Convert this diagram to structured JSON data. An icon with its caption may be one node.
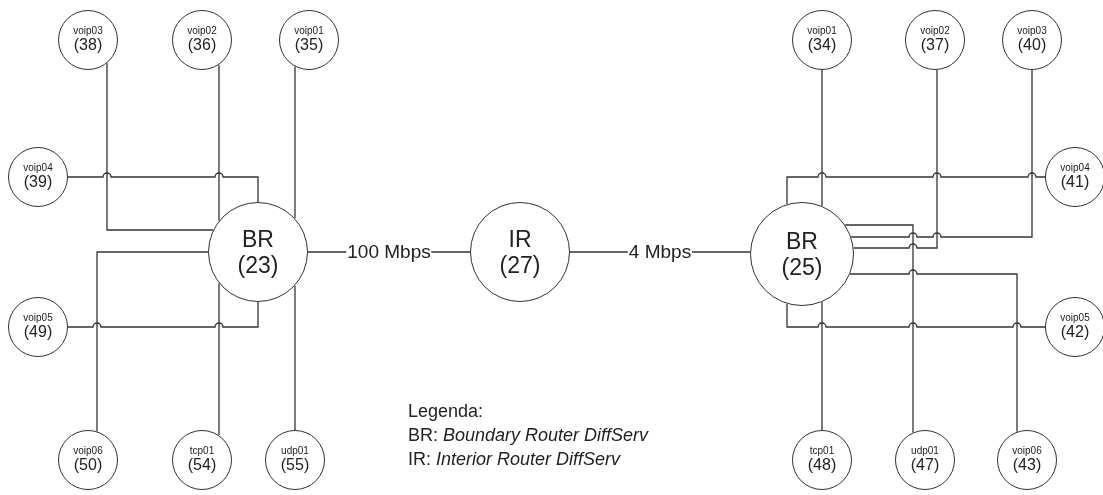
{
  "diagram": {
    "nodes": [
      {
        "text": [
          "voip03",
          "(38)"
        ]
      },
      {
        "text": [
          "voip02",
          "(36)"
        ]
      },
      {
        "text": [
          "voip01",
          "(35)"
        ]
      },
      {
        "text": [
          "voip01",
          "(34)"
        ]
      },
      {
        "text": [
          "voip02",
          "(37)"
        ]
      },
      {
        "text": [
          "voip03",
          "(40)"
        ]
      },
      {
        "text": [
          "voip04",
          "(39)"
        ]
      },
      {
        "text": [
          "voip04",
          "(41)"
        ]
      },
      {
        "text": [
          "BR",
          "(23)"
        ]
      },
      {
        "text": [
          "IR",
          "(27)"
        ]
      },
      {
        "text": [
          "BR",
          "(25)"
        ]
      },
      {
        "text": [
          "voip05",
          "(49)"
        ]
      },
      {
        "text": [
          "voip05",
          "(42)"
        ]
      },
      {
        "text": [
          "voip06",
          "(50)"
        ]
      },
      {
        "text": [
          "tcp01",
          "(54)"
        ]
      },
      {
        "text": [
          "udp01",
          "(55)"
        ]
      },
      {
        "text": [
          "tcp01",
          "(48)"
        ]
      },
      {
        "text": [
          "udp01",
          "(47)"
        ]
      },
      {
        "text": [
          "voip06",
          "(43)"
        ]
      }
    ],
    "edges": [
      {
        "from": 0,
        "to": 8,
        "arrow": "none"
      },
      {
        "from": 1,
        "to": 8,
        "arrow": "none"
      },
      {
        "from": 2,
        "to": 8,
        "arrow": "none"
      },
      {
        "from": 6,
        "to": 8,
        "arrow": "none"
      },
      {
        "from": 11,
        "to": 8,
        "arrow": "none"
      },
      {
        "from": 13,
        "to": 8,
        "arrow": "none"
      },
      {
        "from": 14,
        "to": 8,
        "arrow": "none"
      },
      {
        "from": 15,
        "to": 8,
        "arrow": "none"
      },
      {
        "from": 8,
        "to": 9,
        "arrow": "none",
        "label": "100 Mbps"
      },
      {
        "from": 9,
        "to": 10,
        "arrow": "none",
        "label": "4 Mbps"
      },
      {
        "from": 3,
        "to": 10,
        "arrow": "none"
      },
      {
        "from": 4,
        "to": 10,
        "arrow": "none"
      },
      {
        "from": 5,
        "to": 10,
        "arrow": "none"
      },
      {
        "from": 7,
        "to": 10,
        "arrow": "none"
      },
      {
        "from": 12,
        "to": 10,
        "arrow": "none"
      },
      {
        "from": 16,
        "to": 10,
        "arrow": "none"
      },
      {
        "from": 17,
        "to": 10,
        "arrow": "none"
      },
      {
        "from": 18,
        "to": 10,
        "arrow": "none"
      }
    ],
    "labels": [
      "Legenda:",
      "BR: *Boundary Router DiffServ*",
      "IR: *Interior Router DiffServ*"
    ]
  }
}
